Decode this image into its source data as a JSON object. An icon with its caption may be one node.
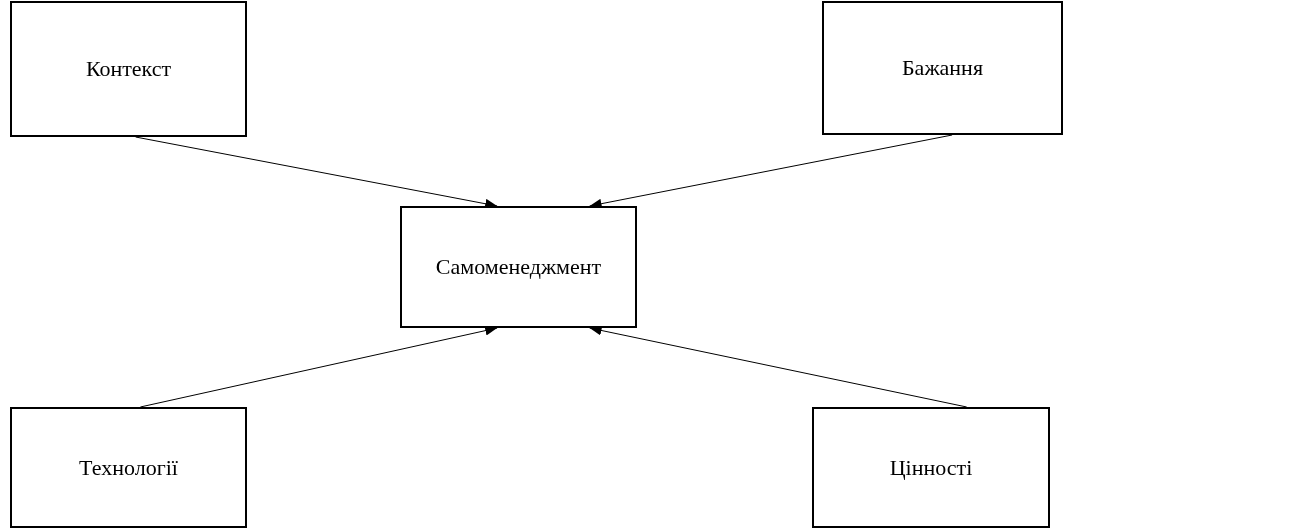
{
  "diagram": {
    "nodes": [
      {
        "text": [
          "Контекст"
        ]
      },
      {
        "text": [
          "Бажання"
        ]
      },
      {
        "text": [
          "Самоменеджмент"
        ]
      },
      {
        "text": [
          "Технології"
        ]
      },
      {
        "text": [
          "Цінності"
        ]
      }
    ],
    "edges": [
      {
        "from": 0,
        "to": 2,
        "arrow": "to"
      },
      {
        "from": 1,
        "to": 2,
        "arrow": "to"
      },
      {
        "from": 3,
        "to": 2,
        "arrow": "to"
      },
      {
        "from": 4,
        "to": 2,
        "arrow": "to"
      }
    ]
  }
}
